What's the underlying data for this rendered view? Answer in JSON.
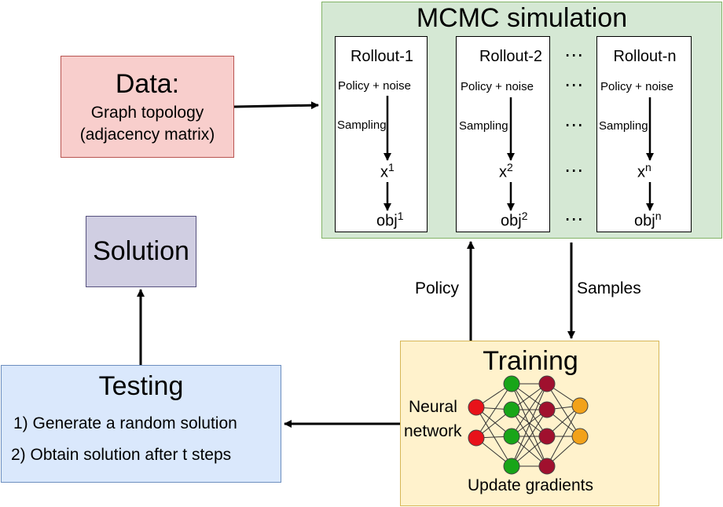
{
  "mcmc": {
    "title": "MCMC simulation",
    "rollouts": [
      {
        "title": "Rollout-1",
        "policy": "Policy + noise",
        "sampling": "Sampling",
        "x": "x",
        "x_sup": "1",
        "obj": "obj",
        "obj_sup": "1"
      },
      {
        "title": "Rollout-2",
        "policy": "Policy + noise",
        "sampling": "Sampling",
        "x": "x",
        "x_sup": "2",
        "obj": "obj",
        "obj_sup": "2"
      },
      {
        "title": "Rollout-n",
        "policy": "Policy + noise",
        "sampling": "Sampling",
        "x": "x",
        "x_sup": "n",
        "obj": "obj",
        "obj_sup": "n"
      }
    ],
    "ellipsis": "⋯"
  },
  "data_box": {
    "title": "Data:",
    "line1": "Graph topology",
    "line2": "(adjacency matrix)"
  },
  "solution_box": {
    "title": "Solution"
  },
  "testing_box": {
    "title": "Testing",
    "step1": "1) Generate a random solution",
    "step2": "2) Obtain solution after t steps"
  },
  "training_box": {
    "title": "Training",
    "nn_label_line1": "Neural",
    "nn_label_line2": "network",
    "footer": "Update gradients"
  },
  "edge_labels": {
    "policy": "Policy",
    "samples": "Samples"
  },
  "colors": {
    "mcmc_bg": "#d5e8d4",
    "mcmc_border": "#82b366",
    "data_bg": "#f8cecc",
    "data_border": "#b85450",
    "solution_bg": "#d0cee2",
    "solution_border": "#56517e",
    "testing_bg": "#dae8fc",
    "testing_border": "#6c8ebf",
    "training_bg": "#fff2cc",
    "training_border": "#d6b656",
    "node_input": "#e8121a",
    "node_hidden1": "#18a518",
    "node_hidden2": "#a0102e",
    "node_output": "#f2a21a"
  }
}
